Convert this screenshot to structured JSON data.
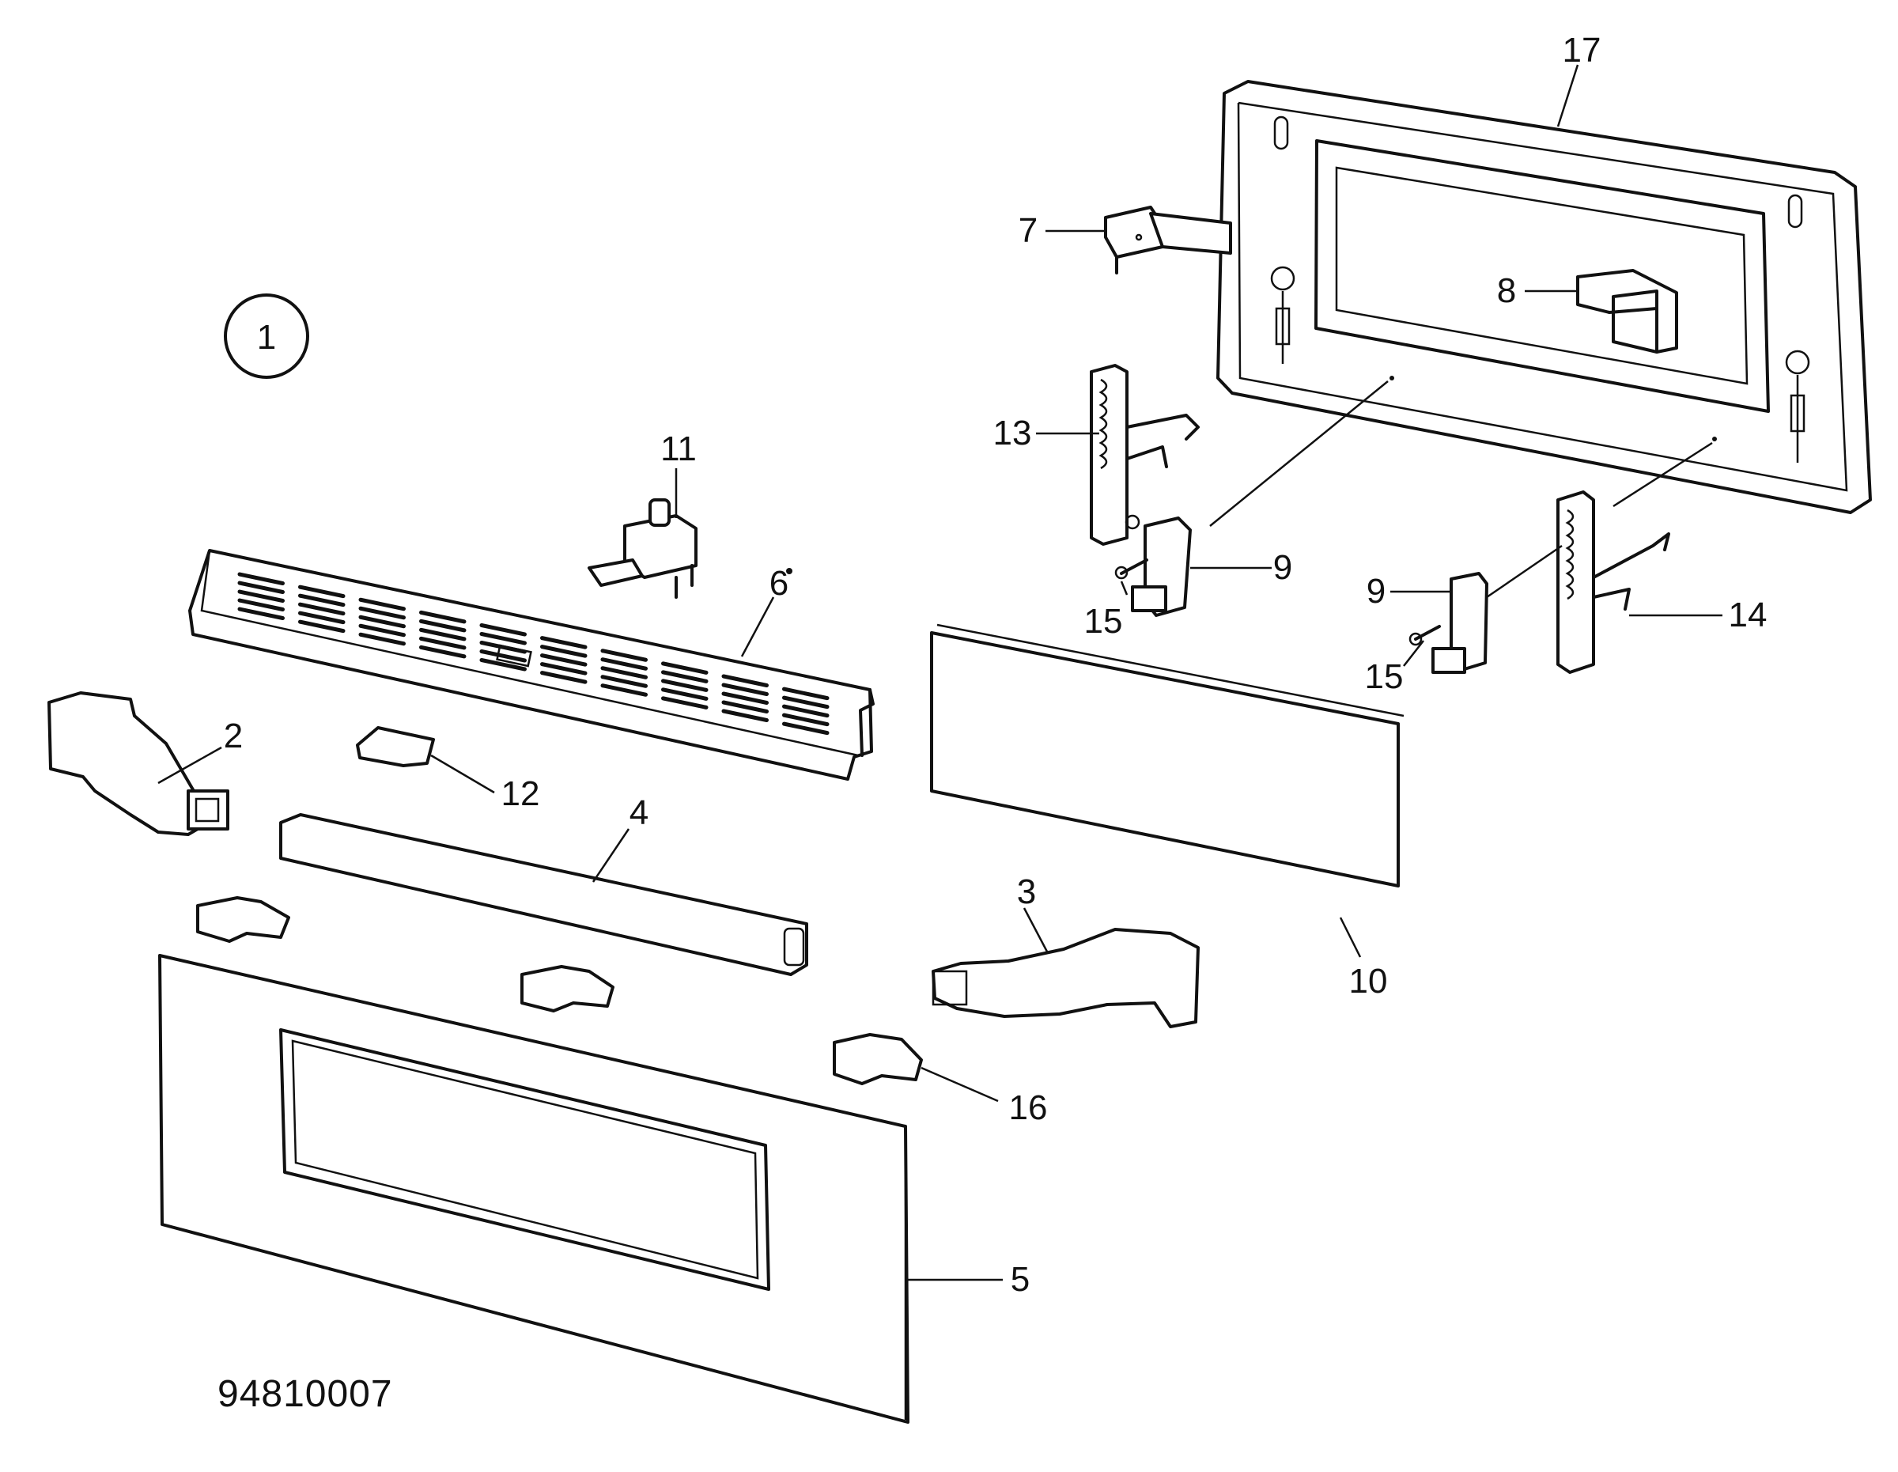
{
  "figure": {
    "number": "1",
    "code": "94810007"
  },
  "callouts": [
    {
      "id": "c17",
      "text": "17"
    },
    {
      "id": "c7",
      "text": "7"
    },
    {
      "id": "c8",
      "text": "8"
    },
    {
      "id": "c13",
      "text": "13"
    },
    {
      "id": "c11",
      "text": "11"
    },
    {
      "id": "c6",
      "text": "6"
    },
    {
      "id": "c9a",
      "text": "9"
    },
    {
      "id": "c15a",
      "text": "15"
    },
    {
      "id": "c9b",
      "text": "9"
    },
    {
      "id": "c15b",
      "text": "15"
    },
    {
      "id": "c14",
      "text": "14"
    },
    {
      "id": "c2",
      "text": "2"
    },
    {
      "id": "c12",
      "text": "12"
    },
    {
      "id": "c4",
      "text": "4"
    },
    {
      "id": "c3",
      "text": "3"
    },
    {
      "id": "c10",
      "text": "10"
    },
    {
      "id": "c16",
      "text": "16"
    },
    {
      "id": "c5",
      "text": "5"
    }
  ]
}
